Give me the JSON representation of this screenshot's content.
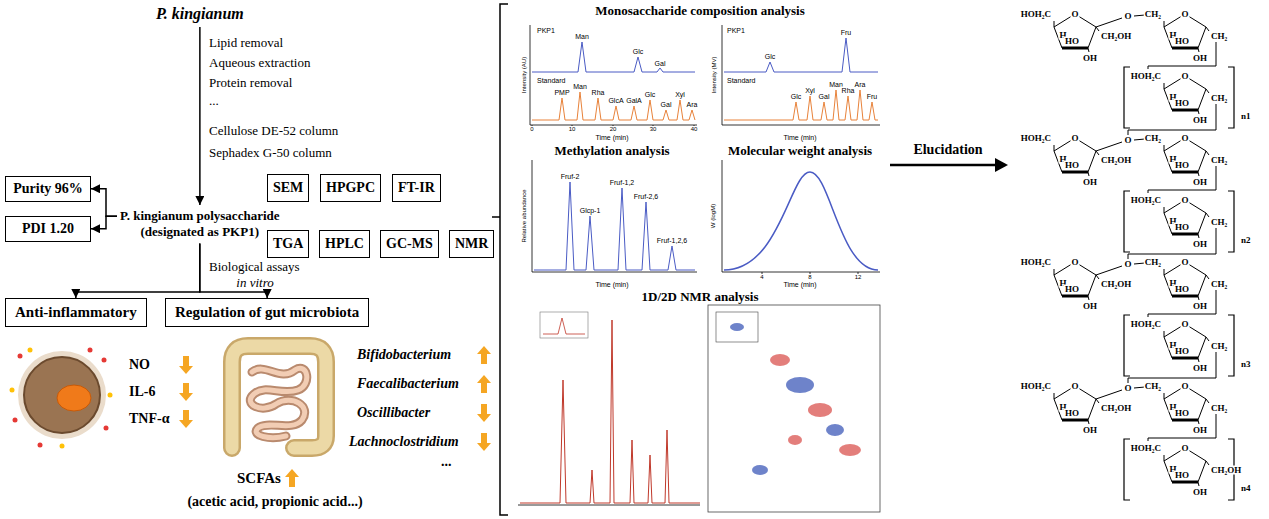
{
  "diagram": {
    "nodes": [
      {
        "text": [
          "P. kingianum"
        ]
      },
      {
        "text": [
          "P. kingianum polysaccharide",
          "(designated as PKP1)"
        ]
      },
      {
        "text": [
          "Purity 96%"
        ]
      },
      {
        "text": [
          "PDI 1.20"
        ]
      },
      {
        "text": [
          "SEM"
        ]
      },
      {
        "text": [
          "HPGPC"
        ]
      },
      {
        "text": [
          "FT-IR"
        ]
      },
      {
        "text": [
          "TGA"
        ]
      },
      {
        "text": [
          "HPLC"
        ]
      },
      {
        "text": [
          "GC-MS"
        ]
      },
      {
        "text": [
          "NMR"
        ]
      },
      {
        "text": [
          "Anti-inflammatory"
        ]
      },
      {
        "text": [
          "Regulation of gut microbiota"
        ]
      }
    ],
    "edges": [
      {
        "from": 0,
        "to": 1,
        "arrow": "to"
      },
      {
        "from": 1,
        "to": 2,
        "arrow": "to"
      },
      {
        "from": 1,
        "to": 3,
        "arrow": "to"
      },
      {
        "from": 1,
        "to": 11,
        "arrow": "to"
      },
      {
        "from": 1,
        "to": 12,
        "arrow": "to"
      }
    ],
    "labels": [
      "Lipid removal",
      "Aqueous extraction",
      "Protein removal",
      "...",
      "Cellulose DE-52 column",
      "Sephadex G-50 column",
      "Biological assays",
      "in vitro",
      "NO",
      "IL-6",
      "TNF-α",
      "Bifidobacterium",
      "Faecalibacterium",
      "Oscillibacter",
      "Lachnoclostridium",
      "...",
      "SCFAs",
      "(acetic acid, propionic acid...)",
      "Monosaccharide composition analysis",
      "Methylation analysis",
      "Molecular weight analysis",
      "1D/2D NMR analysis",
      "Elucidation",
      "PKP1",
      "Man",
      "Glc",
      "Gal",
      "Standard",
      "PMP",
      "Man",
      "Rha",
      "GlcA",
      "GalA",
      "Glc",
      "Gal",
      "Xyl",
      "Ara",
      "Intensity (AU)",
      "Time (min)",
      "0",
      "10",
      "20",
      "30",
      "40",
      "PKP1",
      "Glc",
      "Fru",
      "Standard",
      "Glc",
      "Xyl",
      "Gal",
      "Man",
      "Rha",
      "Ara",
      "Fru",
      "Intensity (MV)",
      "Time (min)",
      "Relative abundance",
      "Time (min)",
      "Fruf-2",
      "Glcp-1",
      "Fruf-1,2",
      "Fruf-2,6",
      "Fruf-1,2,6",
      "W (logM)",
      "Time (min)",
      "4",
      "8",
      "12",
      "HOH₂C",
      "O",
      "H",
      "HO",
      "OH",
      "CH₂OH",
      "O",
      "CH₂",
      "O",
      "H",
      "HO",
      "OH",
      "CH₂",
      "HOH₂C",
      "O",
      "H",
      "HO",
      "OH",
      "CH₂",
      "n1",
      "HOH₂C",
      "O",
      "H",
      "HO",
      "OH",
      "CH₂OH",
      "O",
      "CH₂",
      "O",
      "H",
      "HO",
      "OH",
      "CH₂",
      "HOH₂C",
      "O",
      "H",
      "HO",
      "OH",
      "CH₂",
      "n2",
      "HOH₂C",
      "O",
      "H",
      "HO",
      "OH",
      "CH₂OH",
      "O",
      "CH₂",
      "O",
      "H",
      "HO",
      "OH",
      "CH₂",
      "HOH₂C",
      "O",
      "H",
      "HO",
      "OH",
      "CH₂",
      "n3",
      "HOH₂C",
      "O",
      "H",
      "HO",
      "OH",
      "CH₂OH",
      "O",
      "CH₂",
      "O",
      "H",
      "HO",
      "OH",
      "CH₂",
      "HOH₂C",
      "O",
      "H",
      "HO",
      "OH",
      "CH₂OH",
      "n4"
    ]
  }
}
